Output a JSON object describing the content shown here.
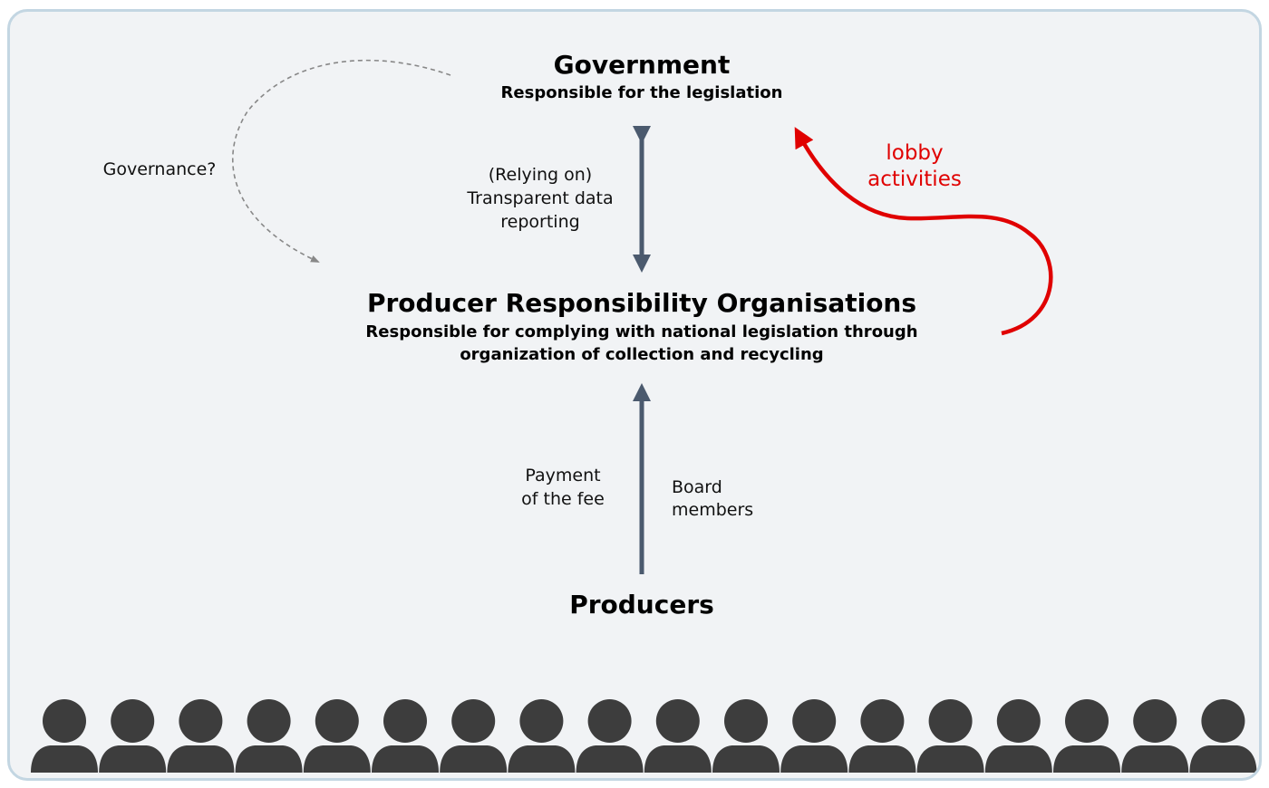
{
  "government": {
    "title": "Government",
    "subtitle": "Responsible for the legislation"
  },
  "pro": {
    "title": "Producer Responsibility Organisations",
    "subtitle_line1": "Responsible for complying with national legislation through",
    "subtitle_line2": "organization of collection and recycling"
  },
  "producers": {
    "title": "Producers",
    "person_count": 18
  },
  "labels": {
    "governance": "Governance?",
    "relying_line1": "(Relying on)",
    "relying_line2": "Transparent data",
    "relying_line3": "reporting",
    "payment_line1": "Payment",
    "payment_line2": "of the fee",
    "board_line1": "Board",
    "board_line2": "members",
    "lobby_line1": "lobby",
    "lobby_line2": "activities"
  },
  "colors": {
    "arrow": "#4b5a6e",
    "lobby": "#e00000",
    "governance": "#888888",
    "person": "#3d3d3d",
    "frame_border": "#c3d6e2",
    "background": "#f1f3f5"
  }
}
